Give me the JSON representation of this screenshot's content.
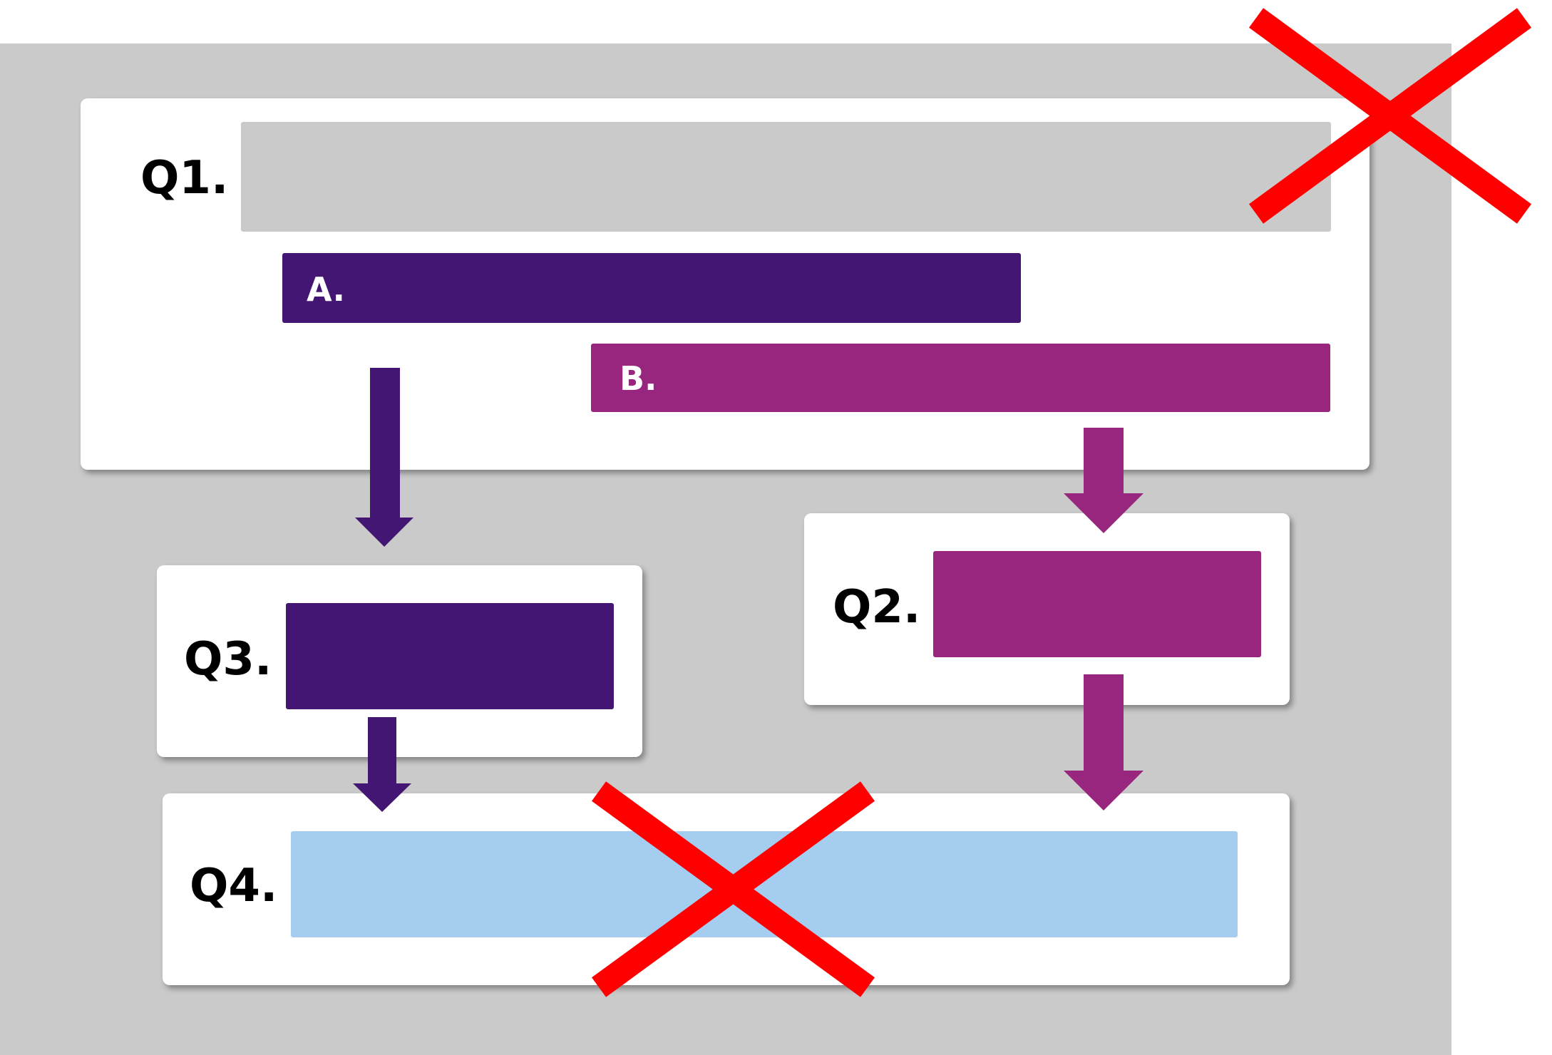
{
  "colors": {
    "background_panel": "#cacaca",
    "card": "#ffffff",
    "option_a": "#441673",
    "option_b": "#98257e",
    "q4_field": "#a4cdf0",
    "q1_field": "#cacaca",
    "cross": "#ff0000"
  },
  "q1": {
    "label": "Q1."
  },
  "option_a": {
    "label": "A."
  },
  "option_b": {
    "label": "B."
  },
  "q2": {
    "label": "Q2."
  },
  "q3": {
    "label": "Q3."
  },
  "q4": {
    "label": "Q4."
  },
  "icons": [
    "arrow-down-icon",
    "cross-icon"
  ]
}
